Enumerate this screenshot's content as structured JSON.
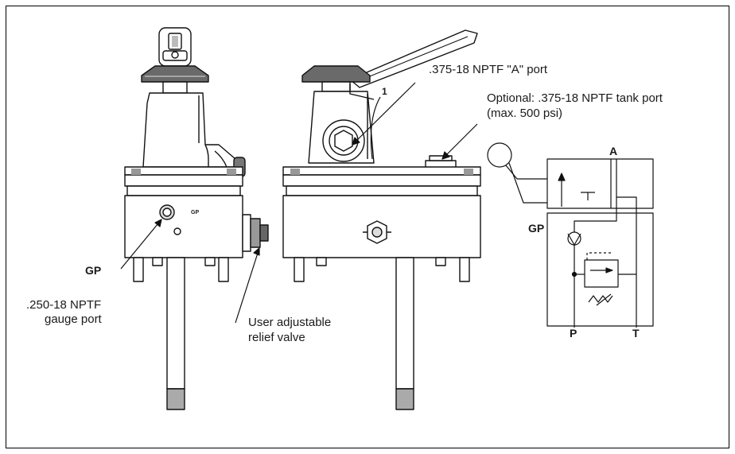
{
  "labels": {
    "port_a": ".375-18 NPTF \"A\" port",
    "item_1": "1",
    "tank_port_line1": "Optional: .375-18 NPTF tank port",
    "tank_port_line2": "(max. 500 psi)",
    "gp_body": "GP",
    "gp_left": "GP",
    "gauge_port_line1": ".250-18 NPTF",
    "gauge_port_line2": "gauge port",
    "relief_line1": "User adjustable",
    "relief_line2": "relief valve"
  },
  "schematic": {
    "port_A": "A",
    "port_GP": "GP",
    "port_P": "P",
    "port_T": "T"
  }
}
